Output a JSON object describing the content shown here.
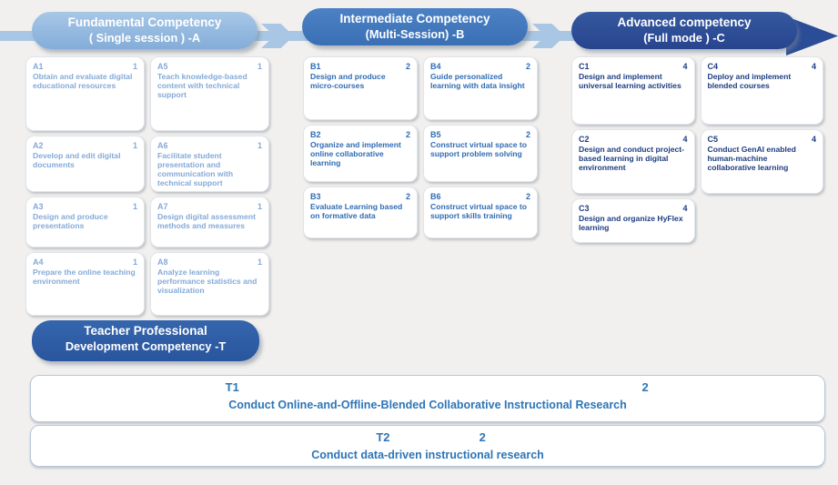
{
  "palette": {
    "background": "#f1f0ee",
    "arrow_light": "#a9c7e4",
    "arrow_dark": "#2b4c97",
    "level_a_header": "#8fb7de",
    "level_b_header": "#3f76ba",
    "level_c_header": "#2c4f9a",
    "t_header": "#2f5da8",
    "level_a_text": "#84aad8",
    "level_b_text": "#2f6cb4",
    "level_c_text": "#1d3c80",
    "t_text": "#2e75b6"
  },
  "levels": [
    {
      "id": "A",
      "header": {
        "line1": "Fundamental Competency",
        "line2": "( Single session ) -A"
      },
      "cards": [
        {
          "code": "A1",
          "points": "1",
          "desc": "Obtain and evaluate digital educational resources"
        },
        {
          "code": "A5",
          "points": "1",
          "desc": "Teach knowledge-based content  with technical support"
        },
        {
          "code": "A2",
          "points": "1",
          "desc": "Develop and edit digital  documents"
        },
        {
          "code": "A6",
          "points": "1",
          "desc": "Facilitate student presentation and communication with technical support"
        },
        {
          "code": "A3",
          "points": "1",
          "desc": "Design and produce presentations"
        },
        {
          "code": "A7",
          "points": "1",
          "desc": "Design digital assessment methods and measures"
        },
        {
          "code": "A4",
          "points": "1",
          "desc": "Prepare the online teaching environment"
        },
        {
          "code": "A8",
          "points": "1",
          "desc": "Analyze learning performance statistics and visualization"
        }
      ]
    },
    {
      "id": "B",
      "header": {
        "line1": "Intermediate Competency",
        "line2": "(Multi-Session)  -B"
      },
      "cards": [
        {
          "code": "B1",
          "points": "2",
          "desc": "Design and produce micro-courses"
        },
        {
          "code": "B4",
          "points": "2",
          "desc": "Guide personalized learning with data insight"
        },
        {
          "code": "B2",
          "points": "2",
          "desc": "Organize and implement online collaborative learning"
        },
        {
          "code": "B5",
          "points": "2",
          "desc": "Construct virtual space to support problem solving"
        },
        {
          "code": "B3",
          "points": "2",
          "desc": "Evaluate Learning based on formative data"
        },
        {
          "code": "B6",
          "points": "2",
          "desc": "Construct virtual space to support skills training"
        }
      ]
    },
    {
      "id": "C",
      "header": {
        "line1": "Advanced competency",
        "line2": "(Full mode )  -C"
      },
      "cards": [
        {
          "code": "C1",
          "points": "4",
          "desc": "Design and implement universal learning activities"
        },
        {
          "code": "C4",
          "points": "4",
          "desc": "Deploy and implement blended courses"
        },
        {
          "code": "C2",
          "points": "4",
          "desc": "Design and conduct project-based learning in digital environment"
        },
        {
          "code": "C5",
          "points": "4",
          "desc": "Conduct GenAI enabled human-machine collaborative learning"
        },
        {
          "code": "C3",
          "points": "4",
          "desc": "Design and organize HyFlex learning"
        }
      ]
    }
  ],
  "t_section": {
    "header": {
      "line1": "Teacher Professional",
      "line2": "Development Competency -T"
    },
    "rows": [
      {
        "code": "T1",
        "points": "2",
        "title": "Conduct Online-and-Offline-Blended Collaborative Instructional Research"
      },
      {
        "code": "T2",
        "points": "2",
        "title": "Conduct data-driven instructional research"
      }
    ]
  }
}
